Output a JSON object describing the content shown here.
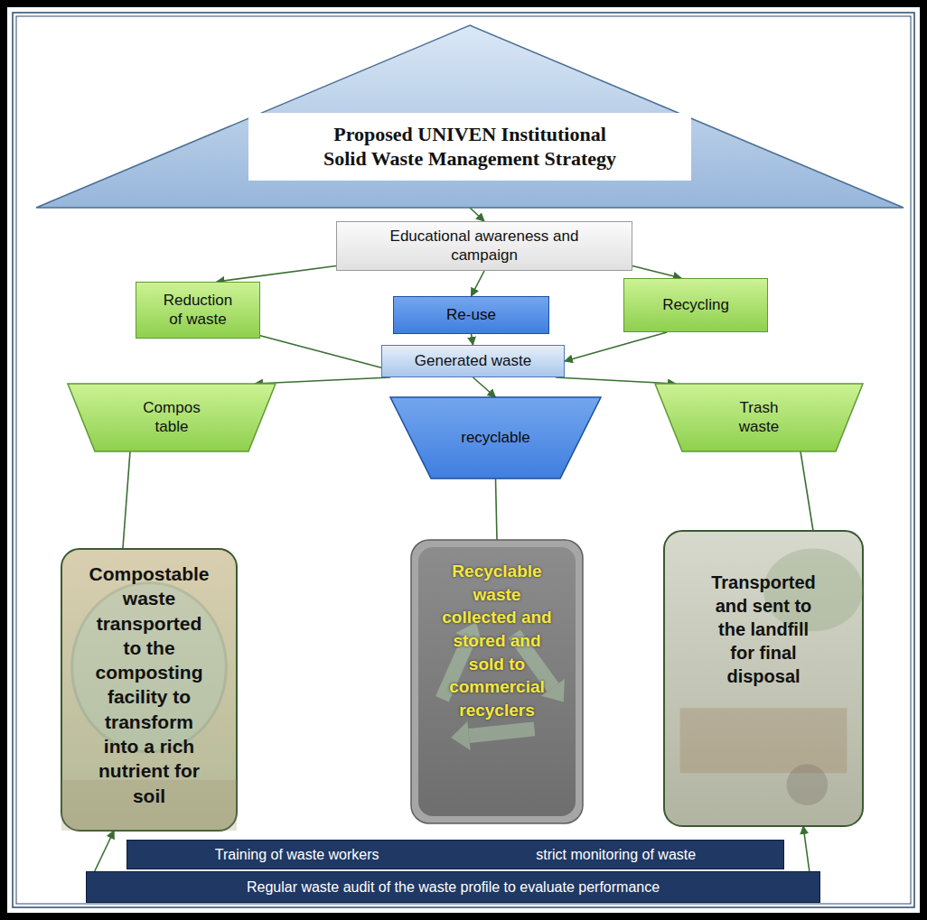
{
  "diagram": {
    "nodes": [
      {
        "text": [
          "Proposed UNIVEN Institutional Solid Waste Management Strategy"
        ]
      },
      {
        "text": [
          "Educational awareness and campaign"
        ]
      },
      {
        "text": [
          "Reduction of waste"
        ]
      },
      {
        "text": [
          "Re-use"
        ]
      },
      {
        "text": [
          "Recycling"
        ]
      },
      {
        "text": [
          "Generated waste"
        ]
      },
      {
        "text": [
          "Compos table"
        ]
      },
      {
        "text": [
          "recyclable"
        ]
      },
      {
        "text": [
          "Trash waste"
        ]
      },
      {
        "text": [
          "Compostable waste transported to the composting facility to transform into a rich nutrient for soil"
        ]
      },
      {
        "text": [
          "Recyclable waste collected and stored and sold to commercial recyclers"
        ]
      },
      {
        "text": [
          "Transported and sent to the landfill for final disposal"
        ]
      },
      {
        "text": [
          "Training of waste workers",
          "strict monitoring of waste"
        ]
      },
      {
        "text": [
          "Regular waste audit of the waste profile to evaluate performance"
        ]
      }
    ],
    "edges": [
      {
        "from": 0,
        "to": 1,
        "arrow": "to"
      },
      {
        "from": 1,
        "to": 2,
        "arrow": "to"
      },
      {
        "from": 1,
        "to": 3,
        "arrow": "to"
      },
      {
        "from": 1,
        "to": 4,
        "arrow": "to"
      },
      {
        "from": 2,
        "to": 5,
        "arrow": "none"
      },
      {
        "from": 3,
        "to": 5,
        "arrow": "to"
      },
      {
        "from": 4,
        "to": 5,
        "arrow": "to"
      },
      {
        "from": 5,
        "to": 6,
        "arrow": "to"
      },
      {
        "from": 5,
        "to": 7,
        "arrow": "to"
      },
      {
        "from": 5,
        "to": 8,
        "arrow": "to"
      },
      {
        "from": 6,
        "to": 9,
        "arrow": "none"
      },
      {
        "from": 7,
        "to": 10,
        "arrow": "none"
      },
      {
        "from": 8,
        "to": 11,
        "arrow": "none"
      },
      {
        "from": 13,
        "to": 9,
        "arrow": "to"
      },
      {
        "from": 13,
        "to": 11,
        "arrow": "to"
      }
    ]
  }
}
